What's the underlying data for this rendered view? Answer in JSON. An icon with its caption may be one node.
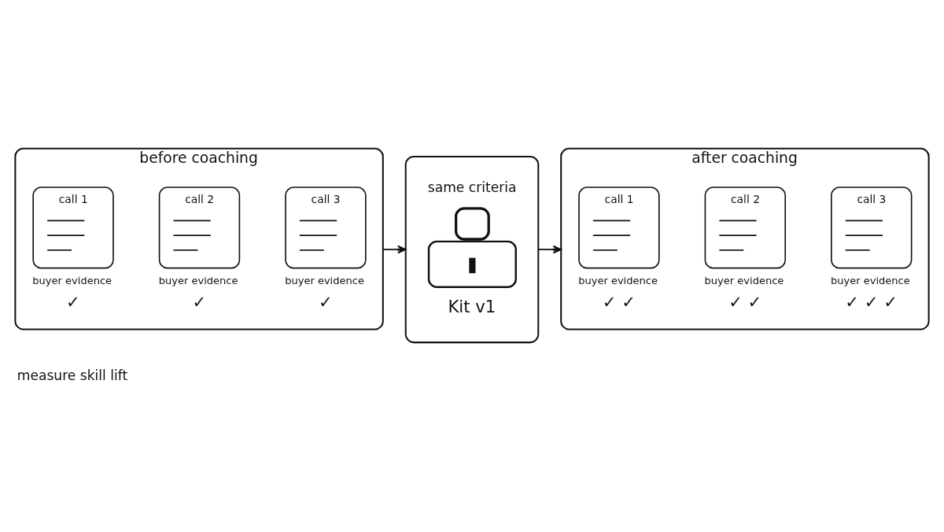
{
  "diagram": {
    "nodes": [
      {
        "text": [
          "before coaching"
        ]
      },
      {
        "text": [
          "call 1"
        ],
        "in": 0,
        "beside": [
          "buyer evidence",
          "✓"
        ]
      },
      {
        "text": [
          "call 2"
        ],
        "in": 0,
        "beside": [
          "buyer evidence",
          "✓"
        ]
      },
      {
        "text": [
          "call 3"
        ],
        "in": 0,
        "beside": [
          "buyer evidence",
          "✓"
        ]
      },
      {
        "text": [
          "same criteria",
          "Kit v1"
        ]
      },
      {
        "text": [
          "after coaching"
        ]
      },
      {
        "text": [
          "call 1"
        ],
        "in": 5,
        "beside": [
          "buyer evidence",
          "✓ ✓"
        ]
      },
      {
        "text": [
          "call 2"
        ],
        "in": 5,
        "beside": [
          "buyer evidence",
          "✓ ✓"
        ]
      },
      {
        "text": [
          "call 3"
        ],
        "in": 5,
        "beside": [
          "buyer evidence",
          "✓ ✓ ✓"
        ]
      }
    ],
    "edges": [
      {
        "from": 0,
        "to": 4,
        "arrow": "to"
      },
      {
        "from": 4,
        "to": 5,
        "arrow": "to"
      }
    ],
    "labels": [
      "measure skill lift"
    ]
  }
}
